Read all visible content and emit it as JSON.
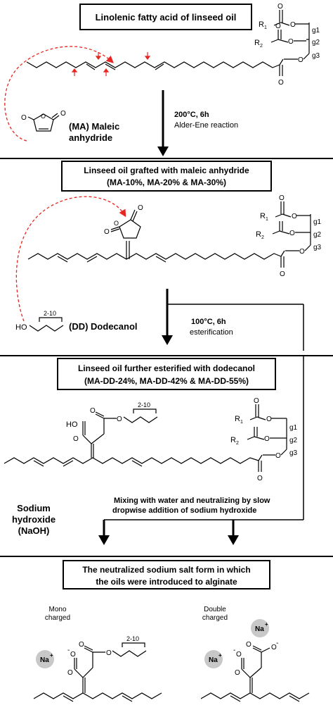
{
  "titles": {
    "s1": "Linolenic fatty acid of linseed oil",
    "s2_line1": "Linseed oil grafted with maleic anhydride",
    "s2_line2": "(MA-10%, MA-20% & MA-30%)",
    "s3_line1": "Linseed oil further esterified with dodecanol",
    "s3_line2": "(MA-DD-24%, MA-DD-42% & MA-DD-55%)",
    "s4_line1": "The neutralized sodium salt form in which",
    "s4_line2": "the oils were introduced to alginate"
  },
  "steps": {
    "step1_cond": "200°C, 6h",
    "step1_name": "Alder-Ene reaction",
    "step2_cond": "100°C, 6h",
    "step2_name": "esterification",
    "step3_line1": "Mixing with water and neutralizing by slow",
    "step3_line2": "dropwise addition of sodium hydroxide"
  },
  "reagents": {
    "ma_line1": "(MA) Maleic",
    "ma_line2": "anhydride",
    "dd_label": "(DD) Dodecanol",
    "naoh_line1": "Sodium",
    "naoh_line2": "hydroxide",
    "naoh_line3": "(NaOH)"
  },
  "labels": {
    "r1": "R",
    "r2": "R",
    "sub1": "1",
    "sub2": "2",
    "g1": "g1",
    "g2": "g2",
    "g3": "g3",
    "o": "O",
    "ho": "HO",
    "range": "2-10",
    "mono_line1": "Mono",
    "mono_line2": "charged",
    "double_line1": "Double",
    "double_line2": "charged",
    "na": "Na",
    "plus": "+",
    "minus": "-"
  },
  "colors": {
    "ink": "#000000",
    "dashed": "#e8251f",
    "ion": "#c8c8c8"
  }
}
